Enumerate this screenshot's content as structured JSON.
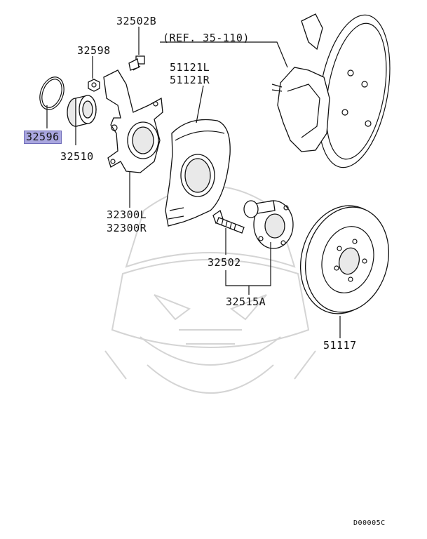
{
  "diagram": {
    "reference": "(REF. 35-110)",
    "drawing_code": "D00005C",
    "highlight_color": "#a9a6df",
    "watermark": "samurai-mask-watermark",
    "labels": {
      "p32502b": "32502B",
      "p32598": "32598",
      "p51121l": "51121L",
      "p51121r": "51121R",
      "p32596": "32596",
      "p32510": "32510",
      "p32300l": "32300L",
      "p32300r": "32300R",
      "p32502": "32502",
      "p32515a": "32515A",
      "p51117": "51117"
    }
  }
}
